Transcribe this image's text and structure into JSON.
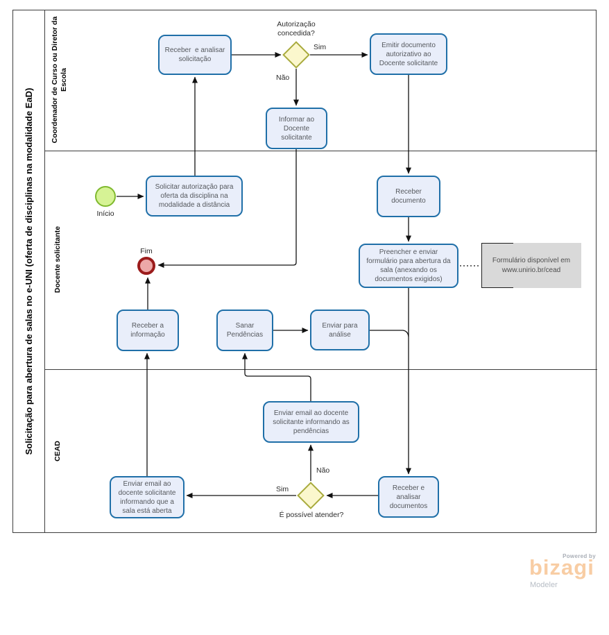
{
  "pool": {
    "title": "Solicitação para abertura de salas no e-UNI (oferta de disciplinas na modalidade EaD)",
    "lanes": [
      {
        "label": "Coordenador de Curso ou Diretor da Escola"
      },
      {
        "label": "Docente  solicitante"
      },
      {
        "label": "CEAD"
      }
    ]
  },
  "events": {
    "start": {
      "label": "Início"
    },
    "end": {
      "label": "Fim"
    }
  },
  "tasks": {
    "receber_analisar_solicitacao": "Receber  e analisar solicitação",
    "emitir_documento": "Emitir documento autorizativo ao Docente solicitante",
    "informar_docente": "Informar ao Docente solicitante",
    "solicitar_autorizacao": "Solicitar autorização para oferta da disciplina na modalidade a distância",
    "receber_documento": "Receber documento",
    "preencher_enviar_formulario": "Preencher e enviar formulário para abertura da sala (anexando os documentos exigidos)",
    "receber_informacao": "Receber a informação",
    "sanar_pendencias": "Sanar Pendências",
    "enviar_para_analise": "Enviar para análise",
    "enviar_email_pendencias": "Enviar email ao docente solicitante informando as pendências",
    "enviar_email_sala_aberta": "Enviar email ao docente solicitante informando que a sala está aberta",
    "receber_analisar_documentos": "Receber e analisar documentos"
  },
  "gateways": {
    "autorizacao": {
      "question": "Autorização concedida?",
      "yes": "Sim",
      "no": "Não"
    },
    "atender": {
      "question": "É possível atender?",
      "yes": "Sim",
      "no": "Não"
    }
  },
  "annotation": {
    "text": "Formulário disponível em www.unirio.br/cead"
  },
  "logo": {
    "powered_by": "Powered by",
    "brand": "bizagi",
    "subtitle": "Modeler"
  },
  "colors": {
    "task-fill": "#e9eefa",
    "task-border": "#1f6fa8",
    "gateway-fill": "#fbf7cd",
    "gateway-border": "#a8aa3d",
    "start-fill": "#d6f395",
    "start-border": "#7fb92e",
    "end-fill": "#eca8a8",
    "end-border": "#9b1b1b",
    "annotation-fill": "#d9d9d9",
    "brand-orange": "#f8cda4"
  }
}
